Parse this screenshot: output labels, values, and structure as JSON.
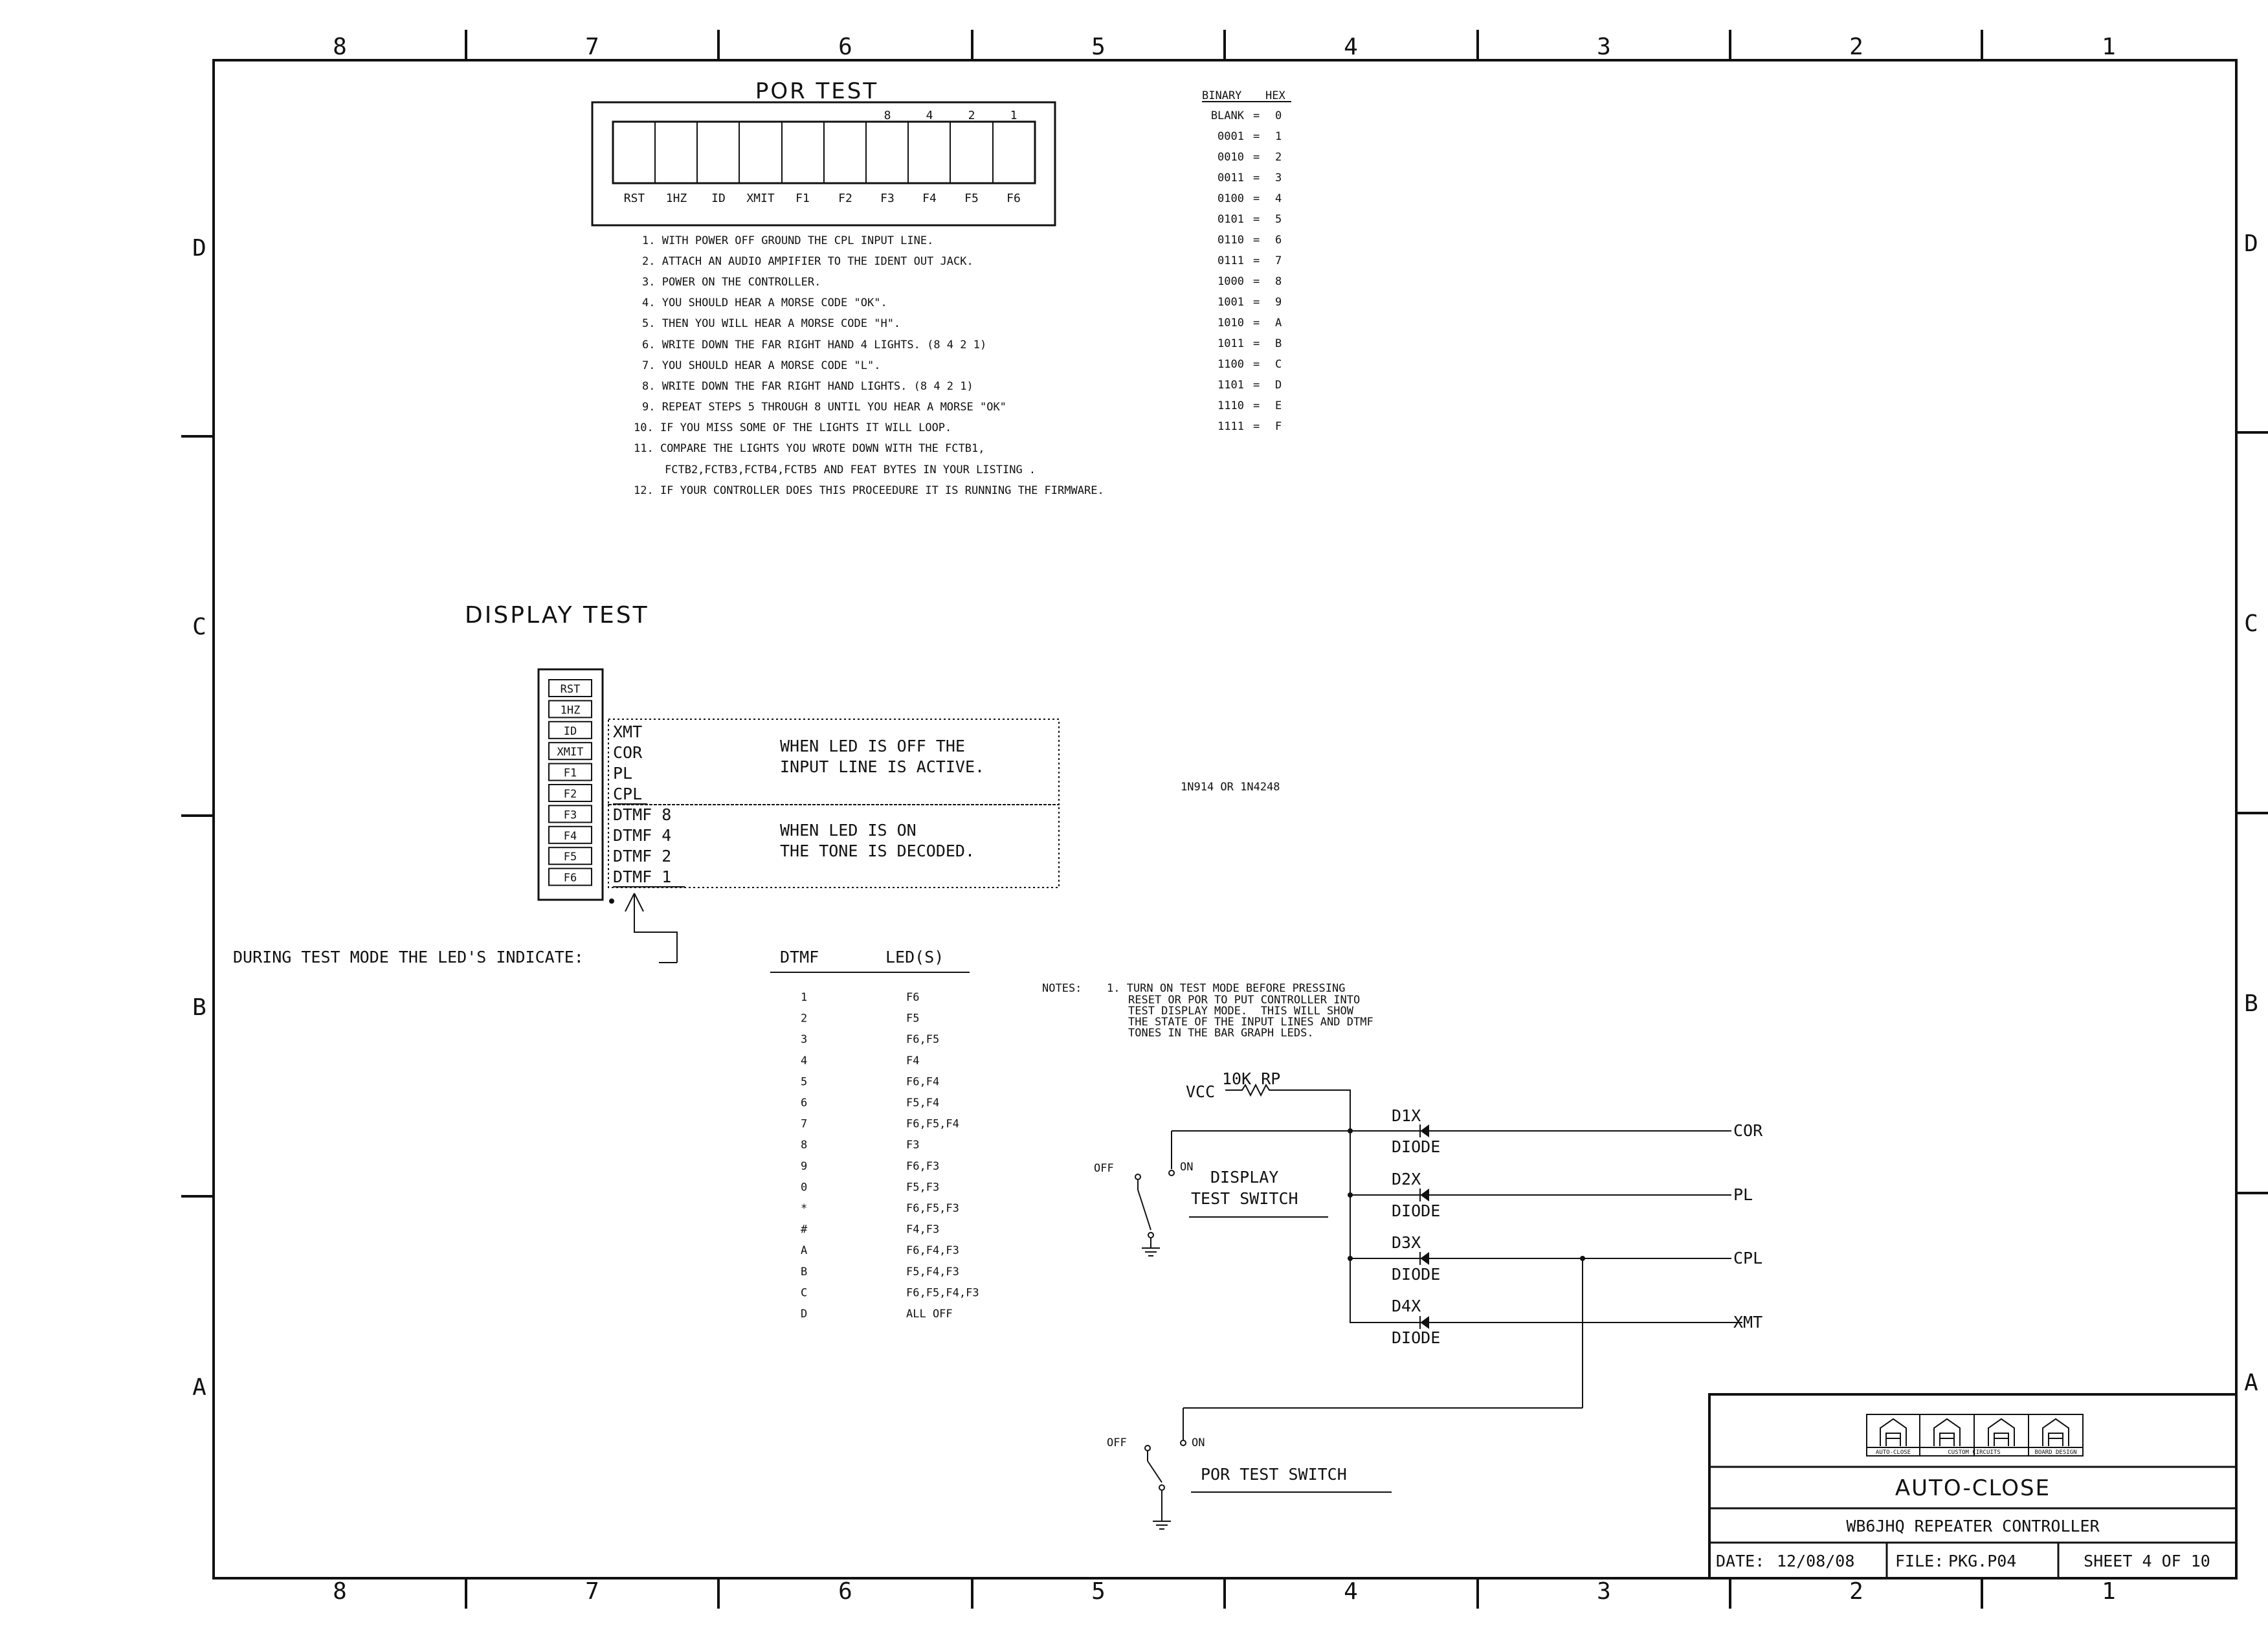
{
  "border": {
    "columns": [
      "8",
      "7",
      "6",
      "5",
      "4",
      "3",
      "2",
      "1"
    ],
    "rows": [
      "D",
      "C",
      "B",
      "A"
    ]
  },
  "por_test": {
    "title": "POR TEST",
    "bit_labels": [
      "8",
      "4",
      "2",
      "1"
    ],
    "led_labels": [
      "RST",
      "1HZ",
      "ID",
      "XMIT",
      "F1",
      "F2",
      "F3",
      "F4",
      "F5",
      "F6"
    ],
    "steps": [
      "1. WITH POWER OFF GROUND THE CPL INPUT LINE.",
      "2. ATTACH AN AUDIO AMPIFIER TO THE IDENT OUT JACK.",
      "3. POWER ON THE CONTROLLER.",
      "4. YOU SHOULD HEAR A MORSE CODE \"OK\".",
      "5. THEN YOU WILL HEAR A MORSE CODE \"H\".",
      "6. WRITE DOWN THE FAR RIGHT HAND 4 LIGHTS. (8 4 2 1)",
      "7. YOU SHOULD HEAR A MORSE CODE \"L\".",
      "8. WRITE DOWN THE FAR RIGHT HAND LIGHTS. (8 4 2 1)",
      "9. REPEAT STEPS 5 THROUGH 8 UNTIL YOU HEAR A MORSE \"OK\"",
      "10. IF YOU MISS SOME OF THE LIGHTS IT WILL LOOP.",
      "11. COMPARE THE LIGHTS YOU WROTE DOWN WITH THE FCTB1,",
      "FCTB2,FCTB3,FCTB4,FCTB5 AND FEAT BYTES IN YOUR LISTING .",
      "12. IF YOUR CONTROLLER DOES THIS PROCEEDURE IT IS  RUNNING THE FIRMWARE."
    ]
  },
  "binary_hex": {
    "header_binary": "BINARY",
    "header_hex": "HEX",
    "rows": [
      {
        "bin": "BLANK",
        "hex": "0"
      },
      {
        "bin": "0001",
        "hex": "1"
      },
      {
        "bin": "0010",
        "hex": "2"
      },
      {
        "bin": "0011",
        "hex": "3"
      },
      {
        "bin": "0100",
        "hex": "4"
      },
      {
        "bin": "0101",
        "hex": "5"
      },
      {
        "bin": "0110",
        "hex": "6"
      },
      {
        "bin": "0111",
        "hex": "7"
      },
      {
        "bin": "1000",
        "hex": "8"
      },
      {
        "bin": "1001",
        "hex": "9"
      },
      {
        "bin": "1010",
        "hex": "A"
      },
      {
        "bin": "1011",
        "hex": "B"
      },
      {
        "bin": "1100",
        "hex": "C"
      },
      {
        "bin": "1101",
        "hex": "D"
      },
      {
        "bin": "1110",
        "hex": "E"
      },
      {
        "bin": "1111",
        "hex": "F"
      }
    ]
  },
  "display_test": {
    "title": "DISPLAY TEST",
    "bar_labels": [
      "RST",
      "1HZ",
      "ID",
      "XMIT",
      "F1",
      "F2",
      "F3",
      "F4",
      "F5",
      "F6"
    ],
    "inputs": [
      "XMT",
      "COR",
      "PL",
      "CPL"
    ],
    "dtmf_bits": [
      "DTMF 8",
      "DTMF 4",
      "DTMF 2",
      "DTMF 1"
    ],
    "note_off_1": "WHEN LED IS OFF THE",
    "note_off_2": "INPUT LINE IS ACTIVE.",
    "note_on_1": "WHEN LED IS ON",
    "note_on_2": "THE TONE IS DECODED.",
    "callout": "DURING TEST MODE THE LED'S INDICATE:"
  },
  "dtmf_table": {
    "header_dtmf": "DTMF",
    "header_leds": "LED(S)",
    "rows": [
      {
        "key": "1",
        "leds": "F6"
      },
      {
        "key": "2",
        "leds": "F5"
      },
      {
        "key": "3",
        "leds": "F6,F5"
      },
      {
        "key": "4",
        "leds": "F4"
      },
      {
        "key": "5",
        "leds": "F6,F4"
      },
      {
        "key": "6",
        "leds": "F5,F4"
      },
      {
        "key": "7",
        "leds": "F6,F5,F4"
      },
      {
        "key": "8",
        "leds": "F3"
      },
      {
        "key": "9",
        "leds": "F6,F3"
      },
      {
        "key": "0",
        "leds": "F5,F3"
      },
      {
        "key": "*",
        "leds": "F6,F5,F3"
      },
      {
        "key": "#",
        "leds": "F4,F3"
      },
      {
        "key": "A",
        "leds": "F6,F4,F3"
      },
      {
        "key": "B",
        "leds": "F5,F4,F3"
      },
      {
        "key": "C",
        "leds": "F6,F5,F4,F3"
      },
      {
        "key": "D",
        "leds": "ALL OFF"
      }
    ]
  },
  "diode_note": "1N914 OR 1N4248",
  "notes": {
    "label": "NOTES:",
    "lines": [
      "1. TURN ON TEST MODE BEFORE PRESSING",
      "RESET OR POR TO PUT CONTROLLER INTO",
      "TEST DISPLAY MODE.  THIS WILL SHOW",
      "THE STATE OF THE INPUT LINES AND DTMF",
      "TONES IN THE BAR GRAPH LEDS."
    ]
  },
  "schematic": {
    "vcc": "VCC",
    "resistor": "10K RP",
    "off": "OFF",
    "on": "ON",
    "display_switch_1": "DISPLAY",
    "display_switch_2": "TEST SWITCH",
    "por_switch": "POR TEST SWITCH",
    "diodes": [
      {
        "ref": "D1X",
        "type": "DIODE",
        "net": "COR"
      },
      {
        "ref": "D2X",
        "type": "DIODE",
        "net": "PL"
      },
      {
        "ref": "D3X",
        "type": "DIODE",
        "net": "CPL"
      },
      {
        "ref": "D4X",
        "type": "DIODE",
        "net": "XMT"
      }
    ]
  },
  "title_block": {
    "logo_labels": [
      "AUTO-CLOSE",
      "CUSTOM CIRCUITS",
      "BOARD DESIGN"
    ],
    "company": "AUTO-CLOSE",
    "project": "WB6JHQ REPEATER CONTROLLER",
    "date_label": "DATE:",
    "date": "12/08/08",
    "file_label": "FILE:",
    "file": "PKG.P04",
    "sheet": "SHEET 4 OF 10"
  }
}
